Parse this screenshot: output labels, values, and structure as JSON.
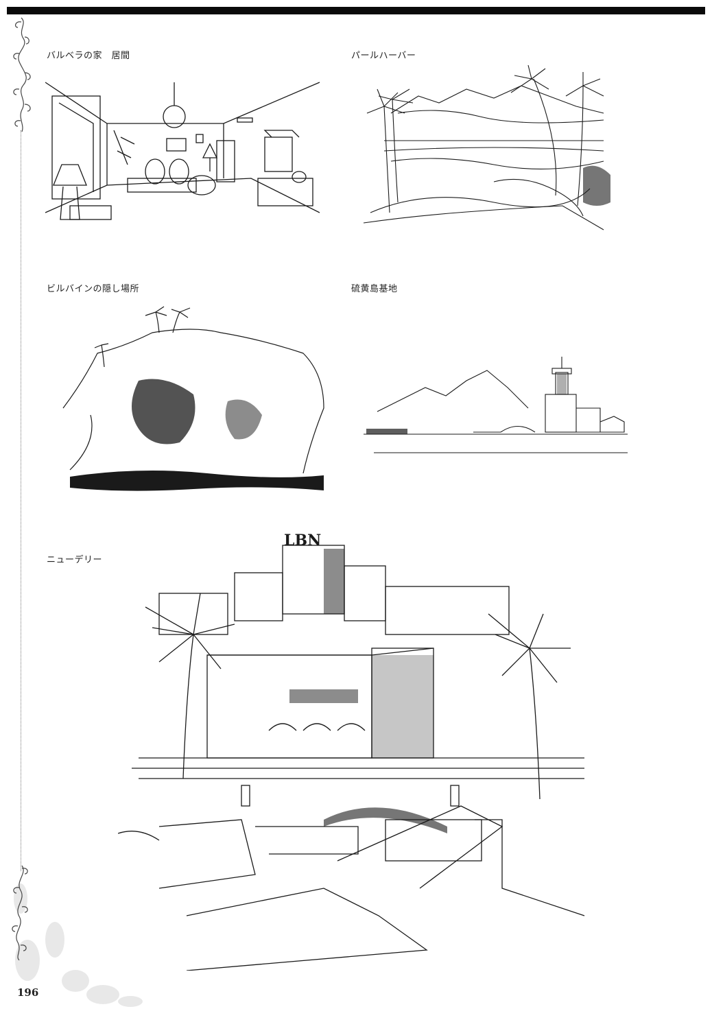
{
  "page": {
    "number": "196",
    "colors": {
      "ink": "#1a1a1a",
      "top_bar": "#0a0a0a",
      "paper": "#ffffff"
    }
  },
  "sections": [
    {
      "id": "balbera-living-room",
      "caption": "バルベラの家　居間"
    },
    {
      "id": "pearl-harbor",
      "caption": "パールハーバー"
    },
    {
      "id": "bilbain-hideout",
      "caption": "ビルバインの隠し場所"
    },
    {
      "id": "iwo-jima-base",
      "caption": "硫黄島基地"
    },
    {
      "id": "new-delhi",
      "caption": "ニューデリー",
      "sign_text": "LBN"
    }
  ]
}
